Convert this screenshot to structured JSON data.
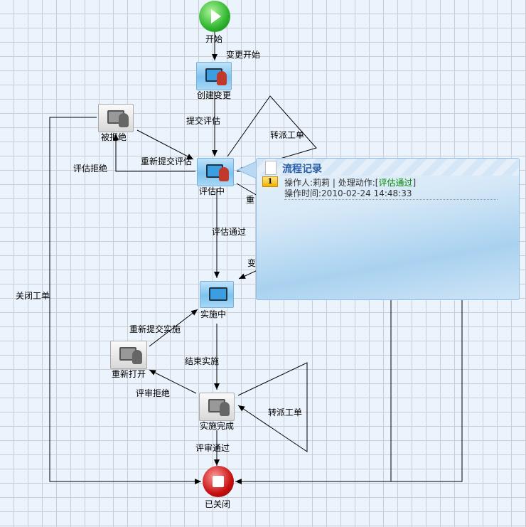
{
  "nodes": {
    "start": "开始",
    "create_change": "创建变更",
    "rejected": "被拒绝",
    "evaluating": "评估中",
    "implementing": "实施中",
    "reopen": "重新打开",
    "impl_done": "实施完成",
    "closed": "已关闭"
  },
  "edges": {
    "change_start": "变更开始",
    "submit_eval": "提交评估",
    "reassign_1": "转派工单",
    "resubmit_eval": "重新提交评估",
    "eval_reject": "评估拒绝",
    "eval_pass": "评估通过",
    "partial_re": "重",
    "partial_change": "变",
    "close_ticket": "关闭工单",
    "resubmit_impl": "重新提交实施",
    "end_impl": "结束实施",
    "review_reject": "评审拒绝",
    "reassign_2": "转派工单",
    "review_pass": "评审通过"
  },
  "popup": {
    "title": "流程记录",
    "records": [
      {
        "index": "1",
        "operator_label": "操作人:莉莉 | 处理动作:[",
        "action": "评估通过",
        "action_close": "]",
        "time": "操作时间:2010-02-24 14:48:33"
      }
    ]
  },
  "colors": {
    "grid_bg": "#ebf3fc",
    "grid_line": "#cbcdd2",
    "start": "#2fb52f",
    "end": "#c81010",
    "action_text": "#008800"
  }
}
